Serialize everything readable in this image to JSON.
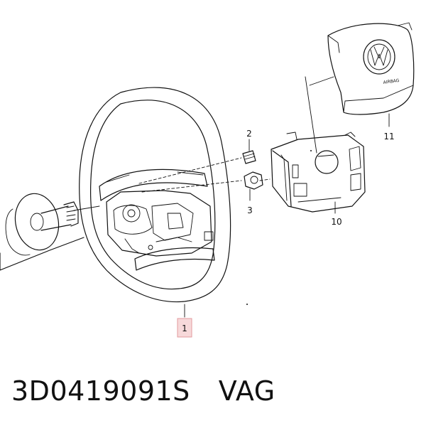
{
  "callouts": [
    {
      "id": "1",
      "label": "1",
      "highlighted": true
    },
    {
      "id": "2",
      "label": "2"
    },
    {
      "id": "3",
      "label": "3"
    },
    {
      "id": "10",
      "label": "10"
    },
    {
      "id": "11",
      "label": "11"
    }
  ],
  "caption": {
    "part_number": "3D0419091S",
    "brand": "VAG"
  },
  "colors": {
    "highlight_fill": "#f7d9da",
    "highlight_stroke": "#e39a9e",
    "line": "#111111"
  }
}
